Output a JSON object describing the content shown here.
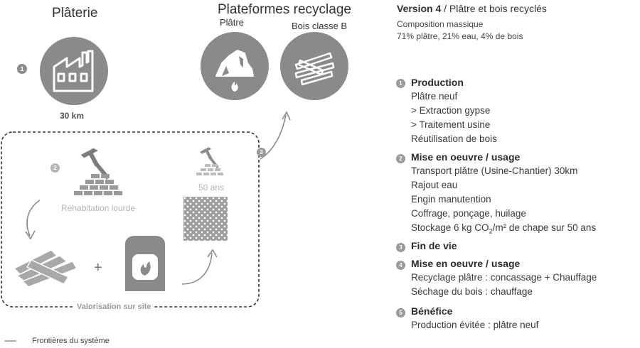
{
  "platerie": {
    "title": "Plâterie",
    "step": "1",
    "distance": "30 km",
    "factory_icon": "factory-icon"
  },
  "plateformes": {
    "title": "Plateformes recyclage",
    "platre_label": "Plâtre",
    "bois_label": "Bois classe B",
    "gypsum_icon": "gypsum-rock-icon",
    "flame_icon": "flame-icon",
    "wood_icon": "wood-planks-icon"
  },
  "site": {
    "step2": "2",
    "step3": "3",
    "rehab_label": "Réhabitation lourde",
    "years_label": "50 ans",
    "plus": "+",
    "valorisation": "Valorisation sur site",
    "hammer_icon": "hammer-icon",
    "bricks_icon": "bricks-icon",
    "planks_icon": "planks-icon",
    "stove_icon": "stove-icon",
    "pattern_icon": "screed-pattern-icon"
  },
  "legend": {
    "line": "------",
    "text": "Frontières du système"
  },
  "panel": {
    "version_bold": "Version 4",
    "version_rest": " / Plâtre et bois recyclés",
    "comp_title": "Composition massique",
    "comp_values": "71% plâtre, 21% eau, 4% de bois",
    "sections": [
      {
        "num": "1",
        "title": "Production",
        "items": [
          "Plâtre neuf",
          "> Extraction gypse",
          "> Traitement usine",
          "Réutilisation de bois"
        ]
      },
      {
        "num": "2",
        "title": "Mise en oeuvre / usage",
        "items": [
          "Transport plâtre (Usine-Chantier) 30km",
          "Rajout eau",
          "Engin manutention",
          "Coffrage, ponçage, huilage"
        ],
        "storage": {
          "pre": "Stockage 6 kg CO",
          "sub": "2",
          "post": "/m² de chape sur 50 ans"
        }
      },
      {
        "num": "3",
        "title": "Fin de vie",
        "items": []
      },
      {
        "num": "4",
        "title": "Mise en oeuvre / usage",
        "items": [
          "Recyclage plâtre : concassage + Chauffage",
          "Séchage du bois : chauffage"
        ]
      },
      {
        "num": "5",
        "title": "Bénéfice",
        "items": [
          "Production évitée : plâtre neuf"
        ]
      }
    ]
  }
}
